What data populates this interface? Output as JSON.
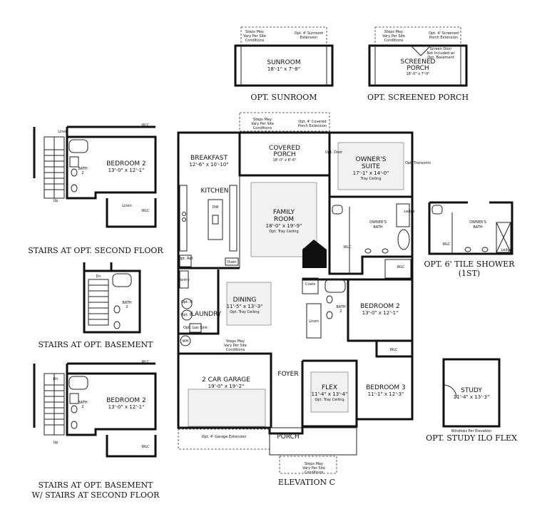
{
  "captions": {
    "opt_sunroom": "OPT. SUNROOM",
    "opt_screened_porch": "OPT. SCREENED PORCH",
    "stairs_second": "STAIRS AT OPT. SECOND FLOOR",
    "stairs_basement": "STAIRS AT OPT. BASEMENT",
    "stairs_both_1": "STAIRS AT OPT. BASEMENT",
    "stairs_both_2": "W/ STAIRS AT SECOND FLOOR",
    "tile_shower_1": "OPT. 6' TILE SHOWER",
    "tile_shower_2": "(1ST)",
    "study_flex": "OPT. STUDY ILO FLEX",
    "elevation": "ELEVATION C"
  },
  "rooms": {
    "sunroom": {
      "name": "SUNROOM",
      "dim": "18'-1\" x 7'-8\""
    },
    "screened_porch": {
      "name1": "SCREENED",
      "name2": "PORCH",
      "dim": "18'-0\" x 7'-9\""
    },
    "breakfast": {
      "name": "BREAKFAST",
      "dim": "12'-6\" x 10'-10\""
    },
    "kitchen": {
      "name": "KITCHEN"
    },
    "covered_porch": {
      "name1": "COVERED",
      "name2": "PORCH",
      "dim": "18'-0\" x 8'-6\""
    },
    "owners_suite": {
      "name1": "OWNER'S",
      "name2": "SUITE",
      "dim": "17'-1\" x 14'-0\"",
      "note": "Tray Ceiling"
    },
    "family_room": {
      "name1": "FAMILY",
      "name2": "ROOM",
      "dim": "18'-0\" x 19'-9\"",
      "note": "Opt. Tray Ceiling"
    },
    "owners_bath": {
      "name1": "OWNER'S",
      "name2": "BATH"
    },
    "dining": {
      "name": "DINING",
      "dim": "11'-5\" x 13'-3\"",
      "note": "Opt. Tray Ceiling"
    },
    "laundry": {
      "name": "LAUNDRY"
    },
    "bedroom2": {
      "name": "BEDROOM 2",
      "dim": "13'-0\" x 12'-1\""
    },
    "garage": {
      "name": "2 CAR GARAGE",
      "dim": "19'-0\" x 19'-2\""
    },
    "foyer": {
      "name": "FOYER"
    },
    "flex": {
      "name": "FLEX",
      "dim": "11'-4\" x 13'-4\"",
      "note": "Opt. Tray Ceiling"
    },
    "bedroom3": {
      "name": "BEDROOM 3",
      "dim": "11'-1\" x 12'-3\""
    },
    "porch": {
      "name": "PORCH"
    },
    "study": {
      "name": "STUDY",
      "dim": "11'-4\" x 13'-3\""
    },
    "bedroom2_alt": {
      "name": "BEDROOM 2",
      "dim": "13'-0\" x 12'-1\""
    }
  },
  "labels": {
    "bath": "BATH",
    "bath2": "2",
    "wlc": "WLC",
    "linen": "Linen",
    "coats": "Coats",
    "pantry": "Pantry",
    "dw": "DW",
    "oven": "Oven",
    "opt_ref": "Opt. Ref",
    "opt_d": "Opt. D",
    "opt_w": "Opt. W",
    "opt_gas_sink": "Opt. Gas Sink",
    "wh": "WH",
    "up": "Up",
    "dn": "Dn",
    "ledge": "Ledge",
    "fireplace": "Fireplace",
    "opt_door": "Opt. Door",
    "opt_transom": "Opt. Transoms",
    "windows_per_elev": "Windows Per Elevation",
    "steps1": "Steps May",
    "steps2": "Vary Per Site",
    "steps3": "Conditions",
    "ext_sunroom1": "Opt. 4' Sunroom",
    "ext_sunroom2": "Extension",
    "ext_screened1": "Opt. 4' Screened",
    "ext_screened2": "Porch Extension",
    "screen_door1": "Screen Door",
    "screen_door2": "Not Included w/",
    "screen_door3": "Opt. Basement",
    "ext_covered1": "Opt. 4' Covered",
    "ext_covered2": "Porch Extension",
    "garage_ext": "Opt. 4' Garage Extension"
  }
}
